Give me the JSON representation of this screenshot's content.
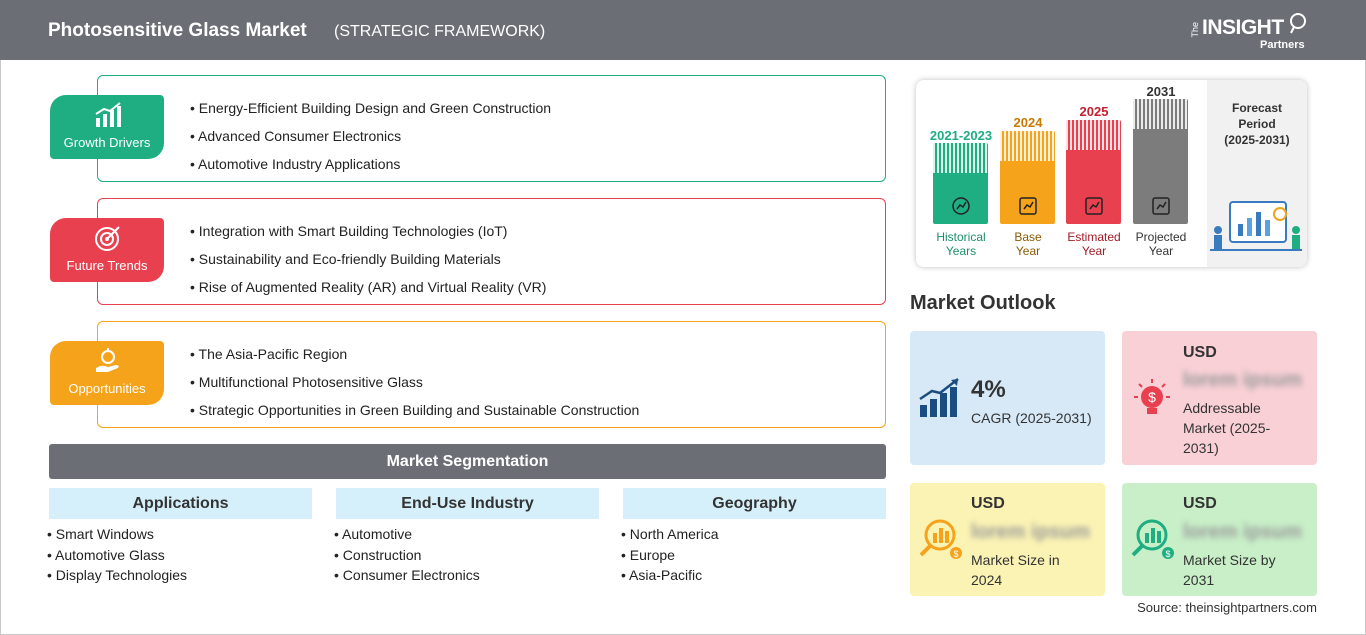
{
  "header": {
    "title": "Photosensitive Glass Market",
    "subtitle": "(STRATEGIC FRAMEWORK)",
    "logo": {
      "the": "The",
      "insight": "INSIGHT",
      "partners": "Partners"
    }
  },
  "factors": [
    {
      "label": "Growth Drivers",
      "color": "#1eae82",
      "icon": "growth-chart-icon",
      "items": [
        "Energy-Efficient Building Design and Green Construction",
        "Advanced Consumer Electronics",
        "Automotive Industry Applications"
      ]
    },
    {
      "label": "Future Trends",
      "color": "#e8404f",
      "icon": "target-icon",
      "items": [
        "Integration with Smart Building Technologies (IoT)",
        "Sustainability and Eco-friendly Building Materials",
        "Rise of Augmented Reality (AR) and Virtual Reality (VR)"
      ]
    },
    {
      "label": "Opportunities",
      "color": "#f5a31a",
      "icon": "lightbulb-hand-icon",
      "items": [
        "The Asia-Pacific Region",
        "Multifunctional Photosensitive Glass",
        "Strategic Opportunities in Green Building and Sustainable Construction"
      ]
    }
  ],
  "segmentation": {
    "title": "Market Segmentation",
    "columns": [
      {
        "heading": "Applications",
        "items": [
          "Smart Windows",
          "Automotive Glass",
          "Display Technologies"
        ]
      },
      {
        "heading": "End-Use Industry",
        "items": [
          "Automotive",
          "Construction",
          "Consumer Electronics"
        ]
      },
      {
        "heading": "Geography",
        "items": [
          "North America",
          "Europe",
          "Asia-Pacific"
        ]
      }
    ]
  },
  "timeline": {
    "bars": [
      {
        "year": "2021-2023",
        "label1": "Historical",
        "label2": "Years",
        "color": "#1eae82",
        "icon": "history-icon"
      },
      {
        "year": "2024",
        "label1": "Base",
        "label2": "Year",
        "color": "#f5a31a",
        "icon": "calendar-icon"
      },
      {
        "year": "2025",
        "label1": "Estimated",
        "label2": "Year",
        "color": "#e8404f",
        "icon": "estimate-chart-icon"
      },
      {
        "year": "2031",
        "label1": "Projected",
        "label2": "Year",
        "color": "#7c7c7c",
        "icon": "projection-board-icon"
      }
    ],
    "forecast": {
      "line1": "Forecast",
      "line2": "Period",
      "line3": "(2025-2031)"
    }
  },
  "outlook": {
    "title": "Market Outlook",
    "cagr": {
      "value": "4%",
      "label": "CAGR (2025-2031)",
      "color": "#d7e9f7"
    },
    "addressable": {
      "currency": "USD",
      "value": "lorem ipsum",
      "label": "Addressable Market (2025-2031)",
      "color": "#f8d0d6"
    },
    "size2024": {
      "currency": "USD",
      "value": "lorem ipsum",
      "label": "Market Size in 2024",
      "color": "#fbf3b4"
    },
    "size2031": {
      "currency": "USD",
      "value": "lorem ipsum",
      "label": "Market Size by 2031",
      "color": "#c8efc8"
    }
  },
  "source": "Source: theinsightpartners.com"
}
